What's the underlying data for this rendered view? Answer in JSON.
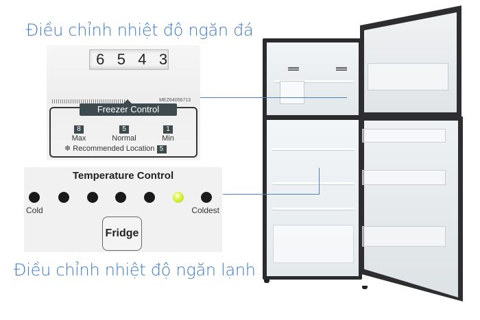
{
  "headings": {
    "freezer": "Điều chỉnh nhiệt độ ngăn đá",
    "fridge": "Điều chỉnh nhiệt độ ngăn lạnh"
  },
  "colors": {
    "heading_blue": "#3a78c9",
    "connector_line": "#4d7fbf",
    "label_dark": "#3d4a4e",
    "active_led": "#d9f03a"
  },
  "freezer_panel": {
    "dial_digits": [
      "6",
      "5",
      "4",
      "3"
    ],
    "model_number": "MEZ64056713",
    "title": "Freezer Control",
    "settings": [
      {
        "value": "8",
        "label": "Max"
      },
      {
        "value": "5",
        "label": "Normal"
      },
      {
        "value": "1",
        "label": "Min"
      }
    ],
    "recommended_label": "❄ Recommended Location",
    "recommended_value": "5"
  },
  "temperature_panel": {
    "title": "Temperature Control",
    "levels": 7,
    "active_index": 5,
    "left_label": "Cold",
    "right_label": "Coldest",
    "button_label": "Fridge"
  }
}
